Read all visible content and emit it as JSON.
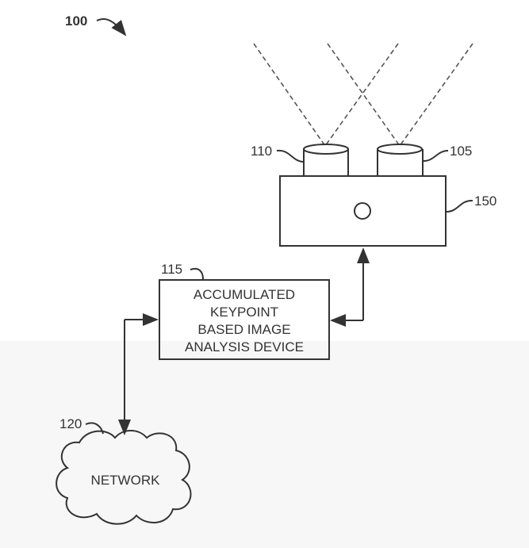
{
  "figure": {
    "ref_system": "100",
    "ref_camera_left": "110",
    "ref_camera_right": "105",
    "ref_housing": "150",
    "ref_device": "115",
    "ref_network": "120",
    "device_label_lines": [
      "ACCUMULATED",
      "KEYPOINT",
      "BASED IMAGE",
      "ANALYSIS DEVICE"
    ],
    "network_label": "NETWORK"
  }
}
